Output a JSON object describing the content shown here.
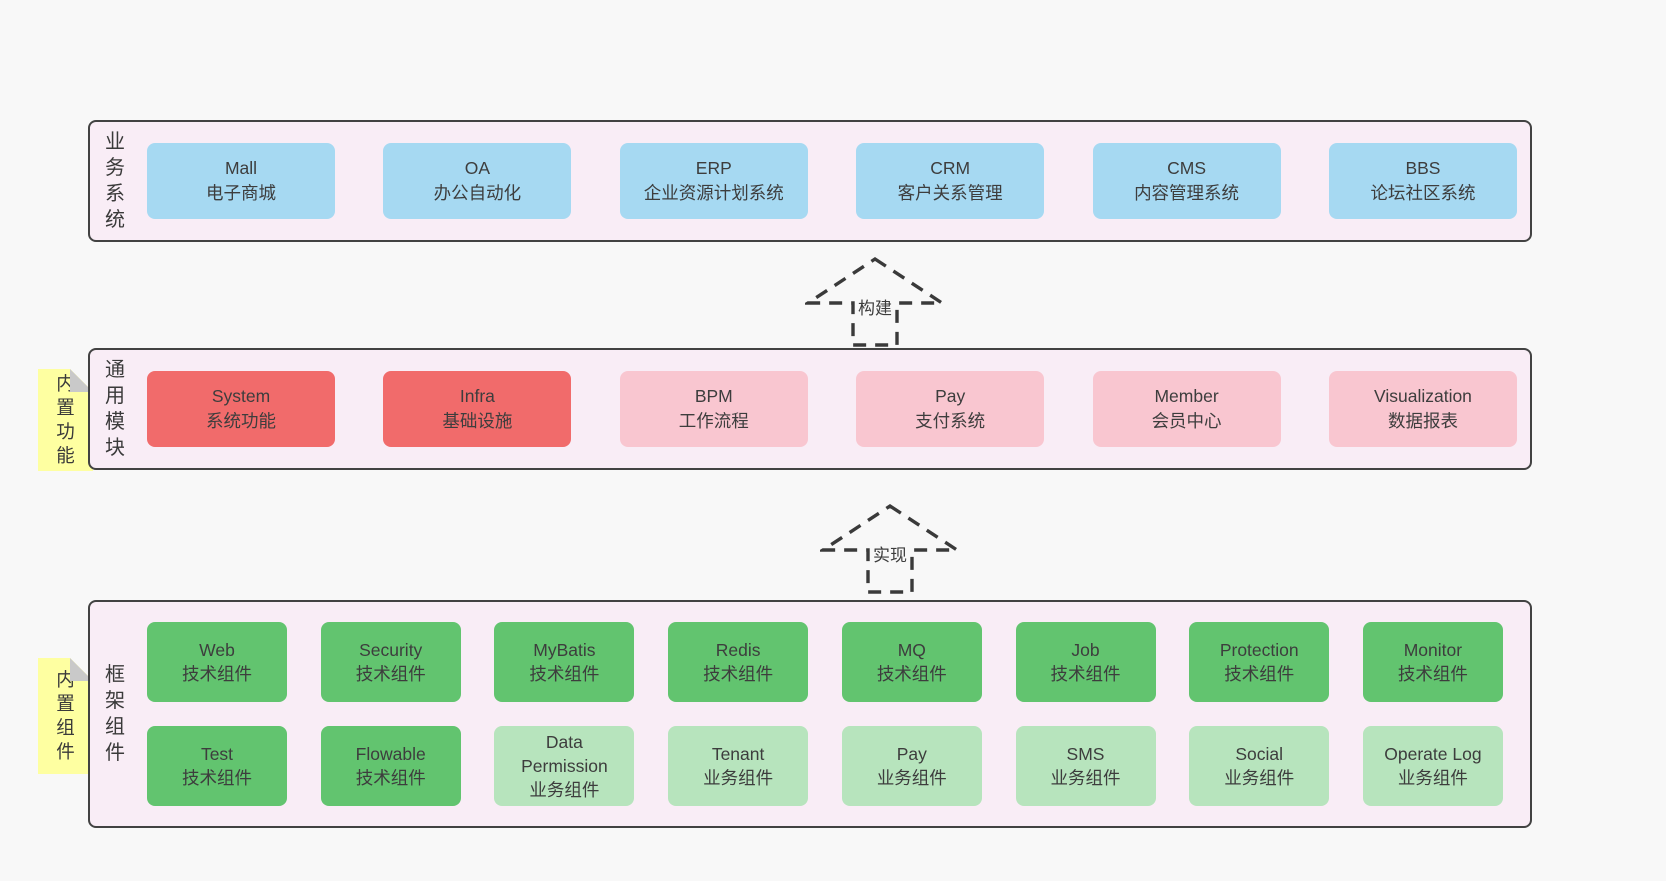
{
  "colors": {
    "page_background": "#f8f8f8",
    "layer_background": "#f9edf6",
    "layer_border": "#424242",
    "box_blue": "#a6d9f2",
    "box_red": "#f16b6b",
    "box_pink": "#f9c6d0",
    "box_green": "#62c46f",
    "box_light_green": "#b7e4bd",
    "note_yellow": "#feffa1",
    "note_fold_gray": "#c9c9c9",
    "arrow_stroke": "#3a3a3a"
  },
  "layers": [
    {
      "label": "业务系统",
      "boxes": [
        {
          "title": "Mall",
          "subtitle": "电子商城"
        },
        {
          "title": "OA",
          "subtitle": "办公自动化"
        },
        {
          "title": "ERP",
          "subtitle": "企业资源计划系统"
        },
        {
          "title": "CRM",
          "subtitle": "客户关系管理"
        },
        {
          "title": "CMS",
          "subtitle": "内容管理系统"
        },
        {
          "title": "BBS",
          "subtitle": "论坛社区系统"
        }
      ]
    },
    {
      "label": "通用模块",
      "note": "内置功能",
      "boxes": [
        {
          "title": "System",
          "subtitle": "系统功能"
        },
        {
          "title": "Infra",
          "subtitle": "基础设施"
        },
        {
          "title": "BPM",
          "subtitle": "工作流程"
        },
        {
          "title": "Pay",
          "subtitle": "支付系统"
        },
        {
          "title": "Member",
          "subtitle": "会员中心"
        },
        {
          "title": "Visualization",
          "subtitle": "数据报表"
        }
      ]
    },
    {
      "label": "框架组件",
      "note": "内置组件",
      "rows": [
        {
          "boxes": [
            {
              "title": "Web",
              "subtitle": "技术组件"
            },
            {
              "title": "Security",
              "subtitle": "技术组件"
            },
            {
              "title": "MyBatis",
              "subtitle": "技术组件"
            },
            {
              "title": "Redis",
              "subtitle": "技术组件"
            },
            {
              "title": "MQ",
              "subtitle": "技术组件"
            },
            {
              "title": "Job",
              "subtitle": "技术组件"
            },
            {
              "title": "Protection",
              "subtitle": "技术组件"
            },
            {
              "title": "Monitor",
              "subtitle": "技术组件"
            }
          ]
        },
        {
          "boxes": [
            {
              "title": "Test",
              "subtitle": "技术组件"
            },
            {
              "title": "Flowable",
              "subtitle": "技术组件"
            },
            {
              "title": "Data Permission",
              "subtitle": "业务组件"
            },
            {
              "title": "Tenant",
              "subtitle": "业务组件"
            },
            {
              "title": "Pay",
              "subtitle": "业务组件"
            },
            {
              "title": "SMS",
              "subtitle": "业务组件"
            },
            {
              "title": "Social",
              "subtitle": "业务组件"
            },
            {
              "title": "Operate Log",
              "subtitle": "业务组件"
            }
          ]
        }
      ]
    }
  ],
  "arrows": [
    {
      "label": "构建"
    },
    {
      "label": "实现"
    }
  ]
}
